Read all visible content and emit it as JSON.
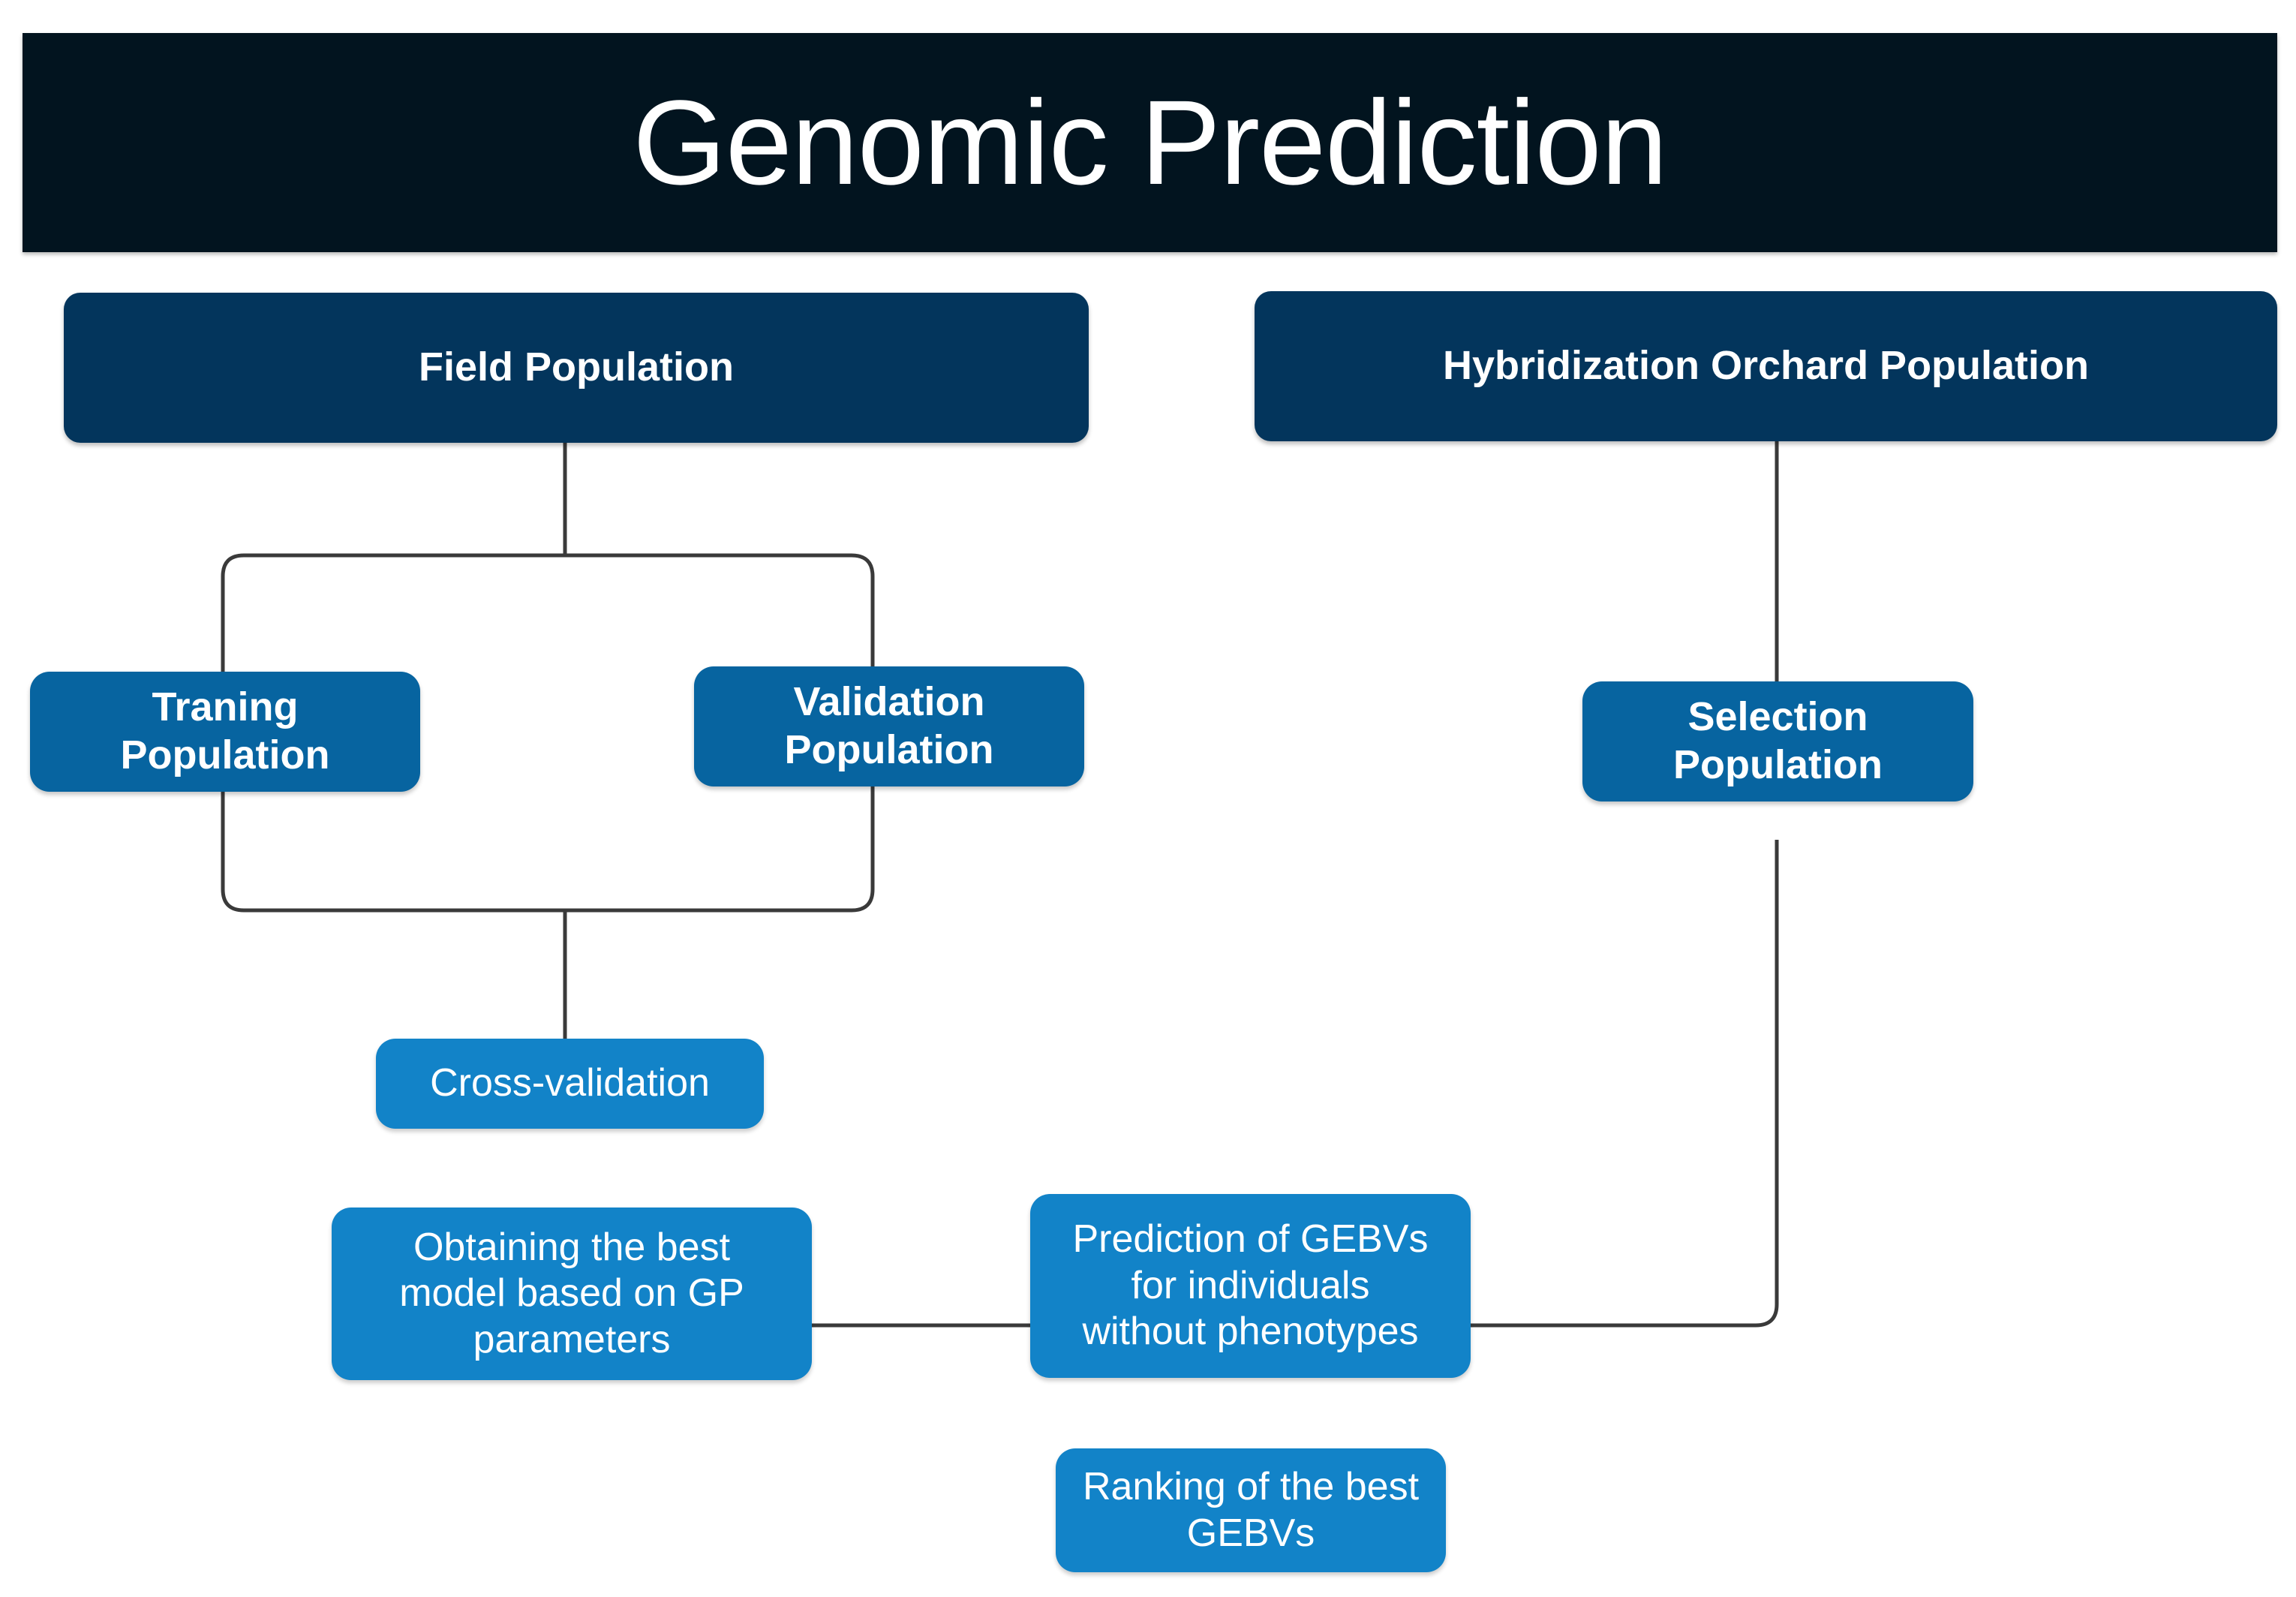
{
  "diagram": {
    "title": "Genomic Prediction",
    "type": "flowchart",
    "colors": {
      "title_banner_bg": "#02141F",
      "tier1_navy": "#03355C",
      "tier2_medium_blue": "#0764A0",
      "tier3_bright_blue": "#1283C8",
      "connector_line": "#3a3a3a",
      "text": "#FFFFFF",
      "background": "#FFFFFF"
    },
    "nodes": [
      {
        "id": "field_population",
        "label": "Field Population",
        "tier": "tier1"
      },
      {
        "id": "hybridization_orchard",
        "label": "Hybridization Orchard Population",
        "tier": "tier1"
      },
      {
        "id": "traning_population",
        "label": "Traning\nPopulation",
        "tier": "tier2"
      },
      {
        "id": "validation_population",
        "label": "Validation\nPopulation",
        "tier": "tier2"
      },
      {
        "id": "selection_population",
        "label": "Selection\nPopulation",
        "tier": "tier2"
      },
      {
        "id": "cross_validation",
        "label": "Cross-validation",
        "tier": "tier3"
      },
      {
        "id": "best_model",
        "label": "Obtaining the best model based on GP parameters",
        "tier": "tier3"
      },
      {
        "id": "prediction_gebvs",
        "label": "Prediction of GEBVs for individuals without phenotypes",
        "tier": "tier3"
      },
      {
        "id": "ranking_gebvs",
        "label": "Ranking of the best GEBVs",
        "tier": "tier3"
      }
    ],
    "node_labels": {
      "field_population": "Field Population",
      "hybridization_orchard": "Hybridization Orchard Population",
      "traning_population_line1": "Traning",
      "traning_population_line2": "Population",
      "validation_population_line1": "Validation",
      "validation_population_line2": "Population",
      "selection_population_line1": "Selection",
      "selection_population_line2": "Population",
      "cross_validation": "Cross-validation",
      "best_model_line1": "Obtaining the best",
      "best_model_line2": "model based on GP",
      "best_model_line3": "parameters",
      "prediction_gebvs_line1": "Prediction of GEBVs",
      "prediction_gebvs_line2": "for individuals",
      "prediction_gebvs_line3": "without phenotypes",
      "ranking_gebvs_line1": "Ranking of the best",
      "ranking_gebvs_line2": "GEBVs"
    },
    "edges": [
      {
        "from": "field_population",
        "to": "traning_population",
        "style": "brace"
      },
      {
        "from": "field_population",
        "to": "validation_population",
        "style": "brace"
      },
      {
        "from": "traning_population",
        "to": "cross_validation",
        "style": "brace"
      },
      {
        "from": "validation_population",
        "to": "cross_validation",
        "style": "brace"
      },
      {
        "from": "cross_validation",
        "to": "best_model",
        "style": "straight"
      },
      {
        "from": "best_model",
        "to": "prediction_gebvs",
        "style": "straight"
      },
      {
        "from": "prediction_gebvs",
        "to": "ranking_gebvs",
        "style": "straight"
      },
      {
        "from": "hybridization_orchard",
        "to": "selection_population",
        "style": "straight"
      },
      {
        "from": "selection_population",
        "to": "prediction_gebvs",
        "style": "elbow"
      }
    ]
  }
}
